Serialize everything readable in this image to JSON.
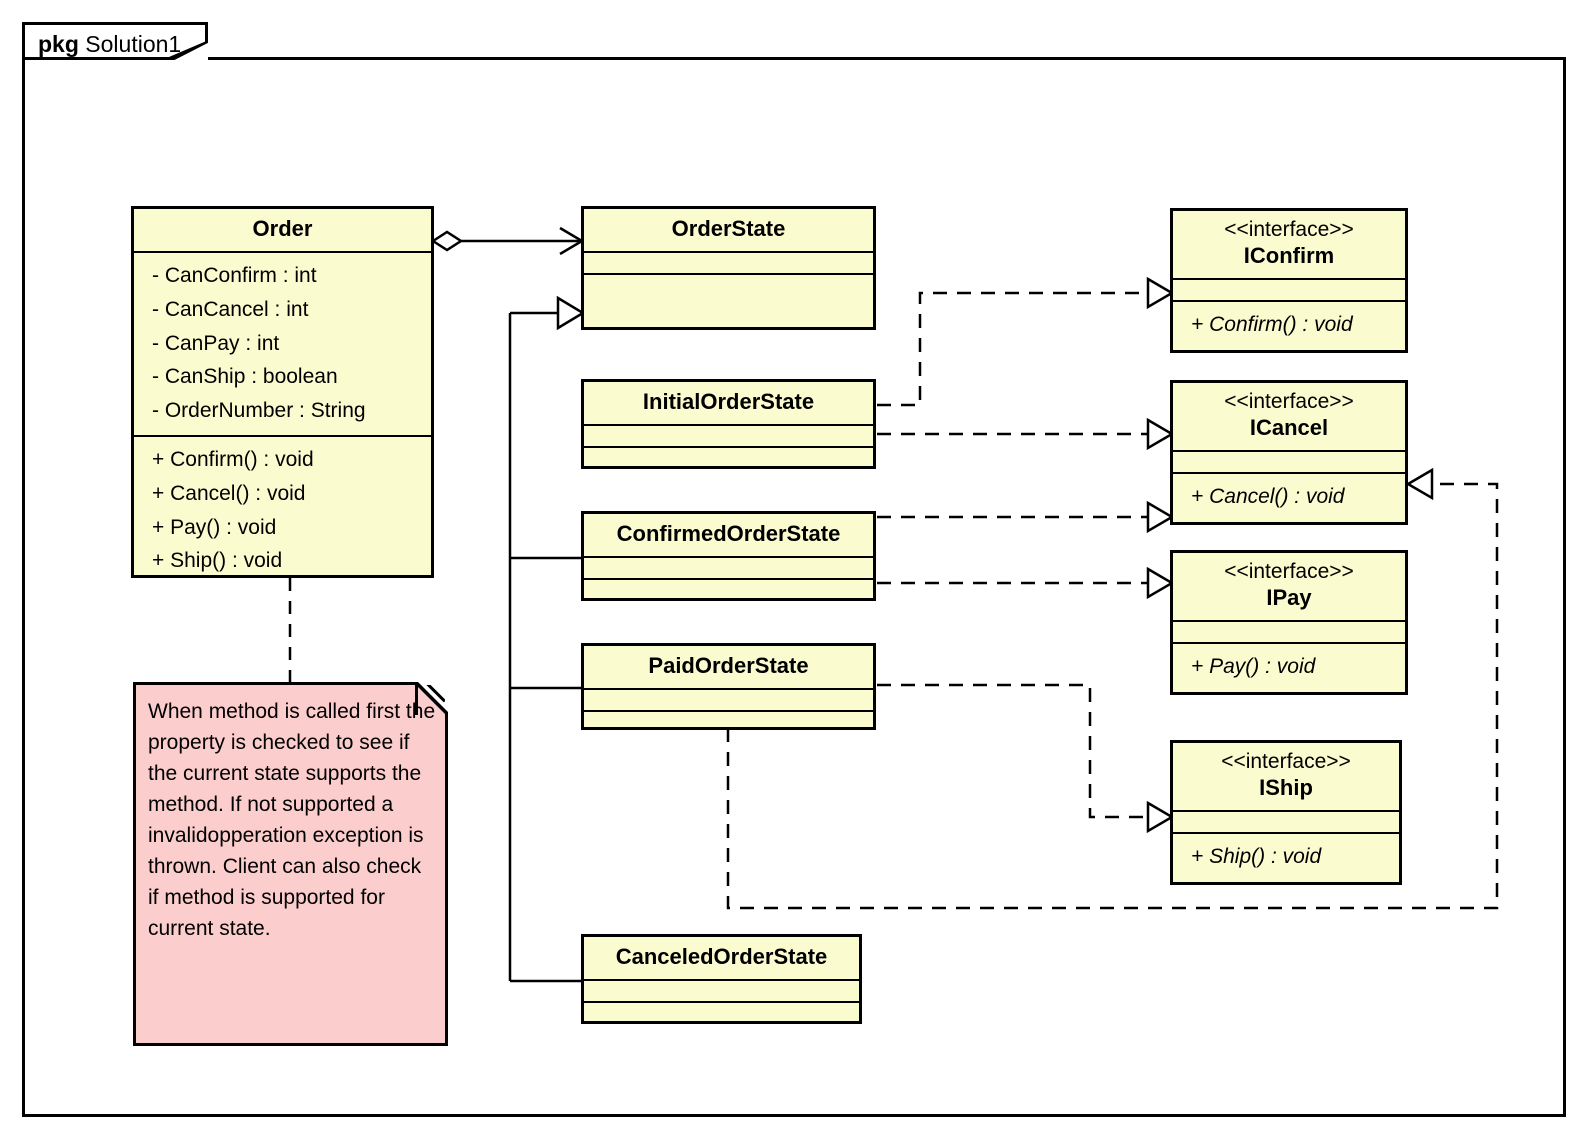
{
  "package": {
    "keyword": "pkg",
    "name": "Solution1"
  },
  "classes": {
    "order": {
      "name": "Order",
      "attributes": [
        "- CanConfirm : int",
        "- CanCancel : int",
        "- CanPay : int",
        "- CanShip : boolean",
        "- OrderNumber : String"
      ],
      "operations": [
        "+ Confirm() : void",
        "+ Cancel() : void",
        "+ Pay() : void",
        "+ Ship() : void"
      ]
    },
    "order_state": {
      "name": "OrderState",
      "attributes": [],
      "operations": []
    },
    "initial_order_state": {
      "name": "InitialOrderState",
      "attributes": [],
      "operations": []
    },
    "confirmed_order_state": {
      "name": "ConfirmedOrderState",
      "attributes": [],
      "operations": []
    },
    "paid_order_state": {
      "name": "PaidOrderState",
      "attributes": [],
      "operations": []
    },
    "canceled_order_state": {
      "name": "CanceledOrderState",
      "attributes": [],
      "operations": []
    }
  },
  "interfaces": {
    "iconfirm": {
      "stereotype": "<<interface>>",
      "name": "IConfirm",
      "operations": [
        "+ Confirm() : void"
      ]
    },
    "icancel": {
      "stereotype": "<<interface>>",
      "name": "ICancel",
      "operations": [
        "+ Cancel() : void"
      ]
    },
    "ipay": {
      "stereotype": "<<interface>>",
      "name": "IPay",
      "operations": [
        "+ Pay() : void"
      ]
    },
    "iship": {
      "stereotype": "<<interface>>",
      "name": "IShip",
      "operations": [
        "+ Ship() : void"
      ]
    }
  },
  "note": {
    "text": "When method is called first the property is checked to see if the current state supports the method. If not supported a invalidopperation exception is thrown. Client can also check if method is supported for current state."
  },
  "colors": {
    "class_fill": "#fbfbd0",
    "note_fill": "#fbcdcd",
    "line": "#000000",
    "canvas": "#ffffff"
  },
  "relationships": [
    {
      "kind": "aggregation",
      "from": "Order",
      "to": "OrderState"
    },
    {
      "kind": "generalization",
      "from": "InitialOrderState",
      "to": "OrderState"
    },
    {
      "kind": "generalization",
      "from": "ConfirmedOrderState",
      "to": "OrderState"
    },
    {
      "kind": "generalization",
      "from": "PaidOrderState",
      "to": "OrderState"
    },
    {
      "kind": "generalization",
      "from": "CanceledOrderState",
      "to": "OrderState"
    },
    {
      "kind": "realization",
      "from": "InitialOrderState",
      "to": "IConfirm"
    },
    {
      "kind": "realization",
      "from": "InitialOrderState",
      "to": "ICancel"
    },
    {
      "kind": "realization",
      "from": "ConfirmedOrderState",
      "to": "ICancel"
    },
    {
      "kind": "realization",
      "from": "ConfirmedOrderState",
      "to": "IPay"
    },
    {
      "kind": "realization",
      "from": "PaidOrderState",
      "to": "IShip"
    },
    {
      "kind": "realization",
      "from": "PaidOrderState",
      "to": "ICancel"
    },
    {
      "kind": "note-anchor",
      "from": "Order",
      "to": "Note"
    }
  ]
}
